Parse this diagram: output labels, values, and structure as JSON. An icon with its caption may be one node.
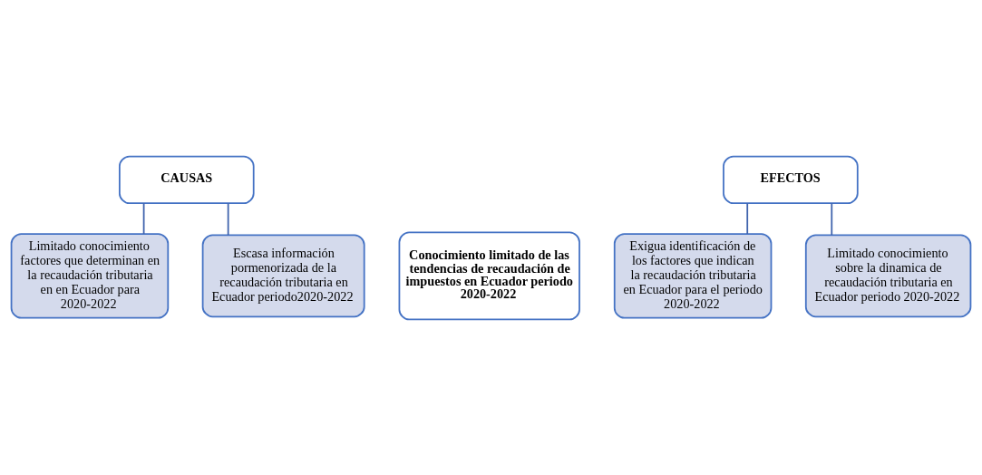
{
  "diagram": {
    "nodes": [
      {
        "text": [
          "CAUSAS"
        ]
      },
      {
        "text": [
          "Limitado conocimiento factores que determinan en la recaudación tributaria en en Ecuador para 2020-2022"
        ]
      },
      {
        "text": [
          "Escasa información pormenorizada de la recaudación tributaria en Ecuador periodo2020-2022"
        ]
      },
      {
        "text": [
          "Conocimiento limitado de las tendencias de recaudación de impuestos en Ecuador periodo 2020-2022"
        ]
      },
      {
        "text": [
          "EFECTOS"
        ]
      },
      {
        "text": [
          "Exigua identificación de los factores que indican la recaudación tributaria en Ecuador para el periodo 2020-2022"
        ]
      },
      {
        "text": [
          "Limitado conocimiento sobre la dinamica de recaudación tributaria en Ecuador periodo 2020-2022"
        ]
      }
    ],
    "edges": [
      {
        "from": 0,
        "to": 1,
        "arrow": "none"
      },
      {
        "from": 0,
        "to": 2,
        "arrow": "none"
      },
      {
        "from": 4,
        "to": 5,
        "arrow": "none"
      },
      {
        "from": 4,
        "to": 6,
        "arrow": "none"
      }
    ]
  }
}
